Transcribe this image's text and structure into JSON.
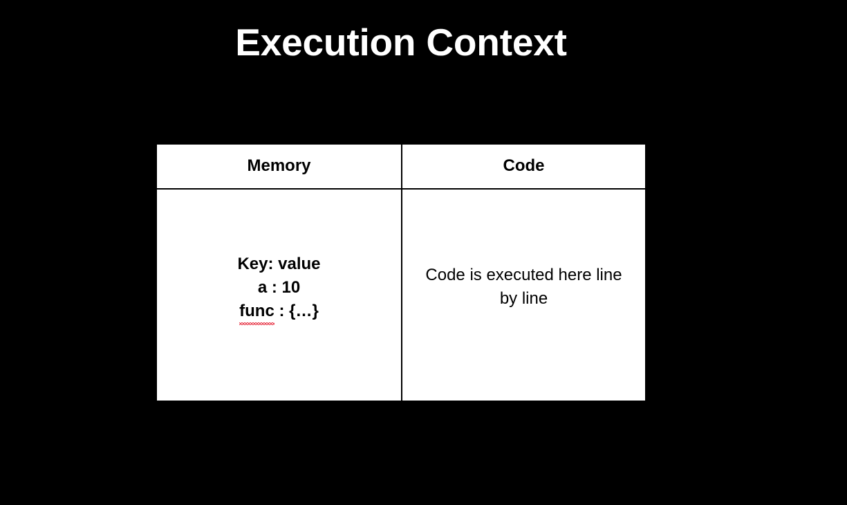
{
  "slide": {
    "title": "Execution Context",
    "background_color": "#000000",
    "title_color": "#FFFFFF"
  },
  "table": {
    "surface_color": "#FFFFFF",
    "border_color": "#000000",
    "headers": [
      "Memory",
      "Code"
    ],
    "memory_cell": {
      "lines": [
        "Key: value",
        "a : 10"
      ],
      "func_entry": {
        "misspelled_word": "func",
        "rest": " : {…}",
        "squiggle_color": "#E8394A"
      }
    },
    "code_cell": {
      "text": "Code is executed here line by line"
    }
  }
}
